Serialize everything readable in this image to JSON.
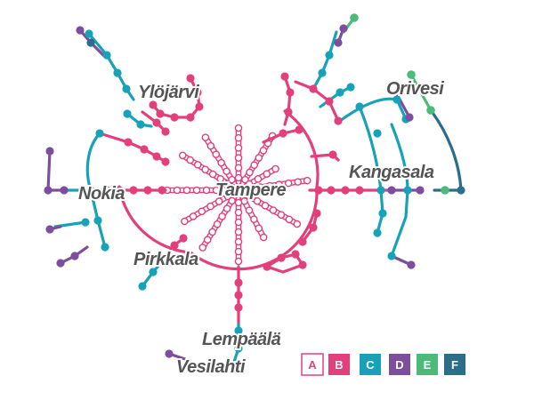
{
  "places": {
    "tampere": "Tampere",
    "ylojarvi": "Ylöjärvi",
    "orivesi": "Orivesi",
    "kangasala": "Kangasala",
    "nokia": "Nokia",
    "pirkkala": "Pirkkala",
    "lempaala": "Lempäälä",
    "vesilahti": "Vesilahti"
  },
  "legend": [
    {
      "label": "A",
      "color": "#e2407c",
      "style": "outline"
    },
    {
      "label": "B",
      "color": "#e2407c",
      "style": "filled"
    },
    {
      "label": "C",
      "color": "#17a2b8",
      "style": "filled"
    },
    {
      "label": "D",
      "color": "#7d4e9e",
      "style": "filled"
    },
    {
      "label": "E",
      "color": "#4cbb79",
      "style": "filled"
    },
    {
      "label": "F",
      "color": "#2c6e8a",
      "style": "filled"
    }
  ],
  "colors": {
    "line_a": "#e2407c",
    "line_b": "#e2407c",
    "line_c": "#17a2b8",
    "line_d": "#7d4e9e",
    "line_e": "#4cbb79",
    "line_f": "#2c6e8a",
    "label_text": "#555555"
  }
}
